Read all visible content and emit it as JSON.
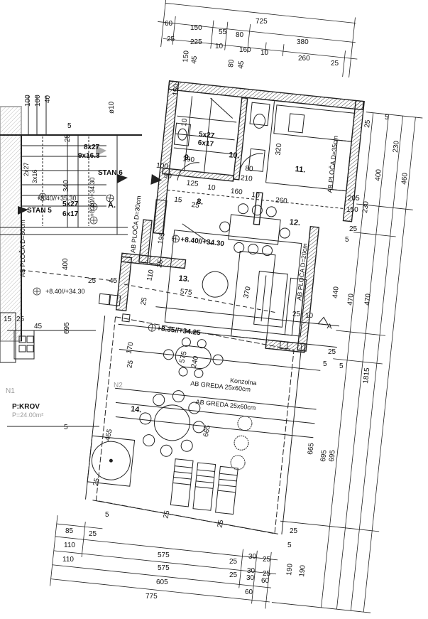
{
  "top_dims": {
    "total": "725",
    "row1": [
      "60",
      "150",
      "55",
      "80",
      "380"
    ],
    "row2": [
      "25",
      "225",
      "10",
      "160",
      "10",
      "260",
      "25"
    ],
    "vert": [
      "150",
      "45",
      "80",
      "45",
      "100",
      "100",
      "40",
      "150",
      "10",
      "25",
      "5"
    ]
  },
  "bottom_dims": {
    "row1": [
      "85",
      "25"
    ],
    "row2": [
      "110",
      "575",
      "25",
      "30",
      "25"
    ],
    "row3": [
      "110",
      "575",
      "25",
      "30",
      "25"
    ],
    "row4": [
      "605",
      "30",
      "60"
    ],
    "row5": [
      "775",
      "60"
    ]
  },
  "right_dims": {
    "outer": [
      "1815",
      "695"
    ],
    "mid": [
      "460",
      "470",
      "695",
      "190"
    ],
    "inner": [
      "25",
      "230",
      "400",
      "230",
      "205",
      "150",
      "440",
      "470",
      "665",
      "190"
    ],
    "small": [
      "5",
      "25",
      "5",
      "25",
      "5",
      "10",
      "25",
      "5",
      "25",
      "5",
      "5",
      "5"
    ]
  },
  "rooms": [
    "8.",
    "9.",
    "10.",
    "11.",
    "12.",
    "13.",
    "14.",
    "A."
  ],
  "stair_labels": [
    "8x27",
    "9x16.3",
    "5x27",
    "6x17",
    "5x27",
    "6x17",
    "2x27",
    "3x16"
  ],
  "stan_labels": [
    "STAN 6",
    "STAN 5"
  ],
  "levels": [
    "+8.40//+35.30",
    "+8.40//+34.30",
    "+8.40//+34.30",
    "+8.40//+34.30",
    "+8.35//+34.25",
    "+8.40//+34.30"
  ],
  "structure_labels": [
    "AB PLOČA D=35cm",
    "AB PLOČA D=30cm",
    "AB PLOČA D=20cm",
    "AB PLOČA D=30cm",
    "AB GREDA 25x60cm",
    "AB GREDA 25x60cm",
    "Konzolna"
  ],
  "left_labels": [
    "P:KROV",
    "P=24.00m²",
    "N1",
    "N2"
  ],
  "interior_dims": [
    "190",
    "90",
    "125",
    "10",
    "160",
    "10",
    "260",
    "100",
    "210",
    "80",
    "320",
    "15",
    "25",
    "195",
    "25",
    "25",
    "110",
    "575",
    "370",
    "170",
    "25",
    "465",
    "665",
    "575",
    "240",
    "25",
    "25",
    "25",
    "340",
    "400",
    "695",
    "15",
    "25",
    "45",
    "25",
    "45",
    "ø10"
  ],
  "section_mark": "A"
}
